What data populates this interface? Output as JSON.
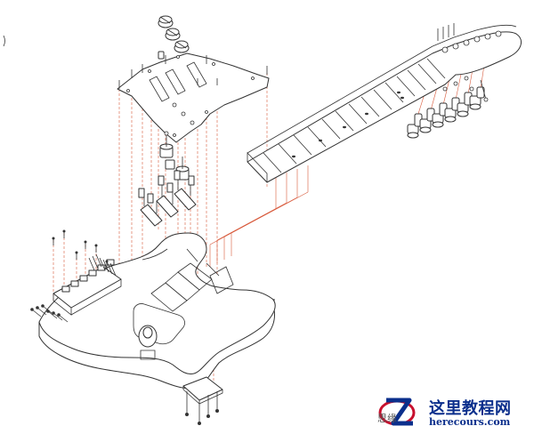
{
  "diagram": {
    "colors": {
      "outline": "#333333",
      "guide": "#d85a3c",
      "fill": "#ffffff",
      "watermark": "#0b2f8c",
      "watermark_accent": "#c8102e"
    }
  },
  "watermark": {
    "logo_icon": "site-logo-z",
    "cn": "这里教程网",
    "url": "herecours.com"
  },
  "signature": "思缘"
}
